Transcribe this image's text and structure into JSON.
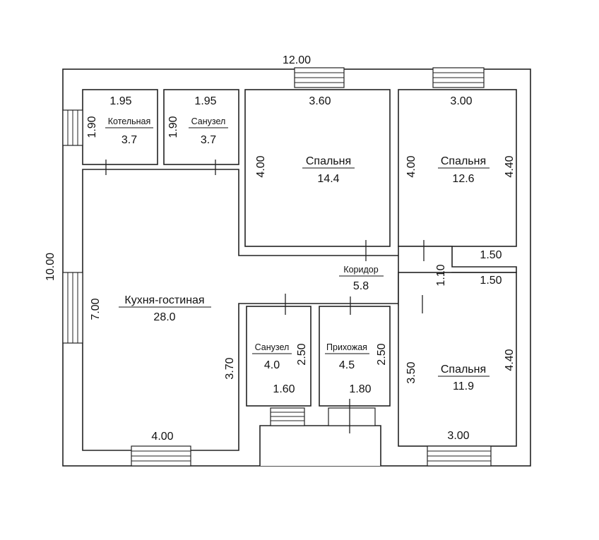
{
  "plan": {
    "overall_width": "12.00",
    "overall_height": "10.00"
  },
  "rooms": {
    "boiler": {
      "name": "Котельная",
      "area": "3.7",
      "width": "1.95",
      "height": "1.90"
    },
    "bath_top": {
      "name": "Санузел",
      "area": "3.7",
      "width": "1.95",
      "height": "1.90"
    },
    "bedroom_1": {
      "name": "Спальня",
      "area": "14.4",
      "width": "3.60",
      "height": "4.00"
    },
    "bedroom_2": {
      "name": "Спальня",
      "area": "12.6",
      "width": "3.00",
      "height_left": "4.00",
      "height_right": "4.40"
    },
    "living": {
      "name": "Кухня-гостиная",
      "area": "28.0",
      "width": "4.00",
      "height": "7.00",
      "notch_height": "3.70"
    },
    "corridor": {
      "name": "Коридор",
      "area": "5.8",
      "height": "1.10",
      "ext_top": "1.50",
      "ext_bottom": "1.50"
    },
    "bath_bottom": {
      "name": "Санузел",
      "area": "4.0",
      "width": "1.60",
      "height": "2.50"
    },
    "hall": {
      "name": "Прихожая",
      "area": "4.5",
      "width": "1.80",
      "height": "2.50"
    },
    "bedroom_3": {
      "name": "Спальня",
      "area": "11.9",
      "width": "3.00",
      "height_left": "3.50",
      "height_right": "4.40"
    }
  },
  "colors": {
    "line": "#222222",
    "text": "#111111",
    "background": "#ffffff"
  }
}
